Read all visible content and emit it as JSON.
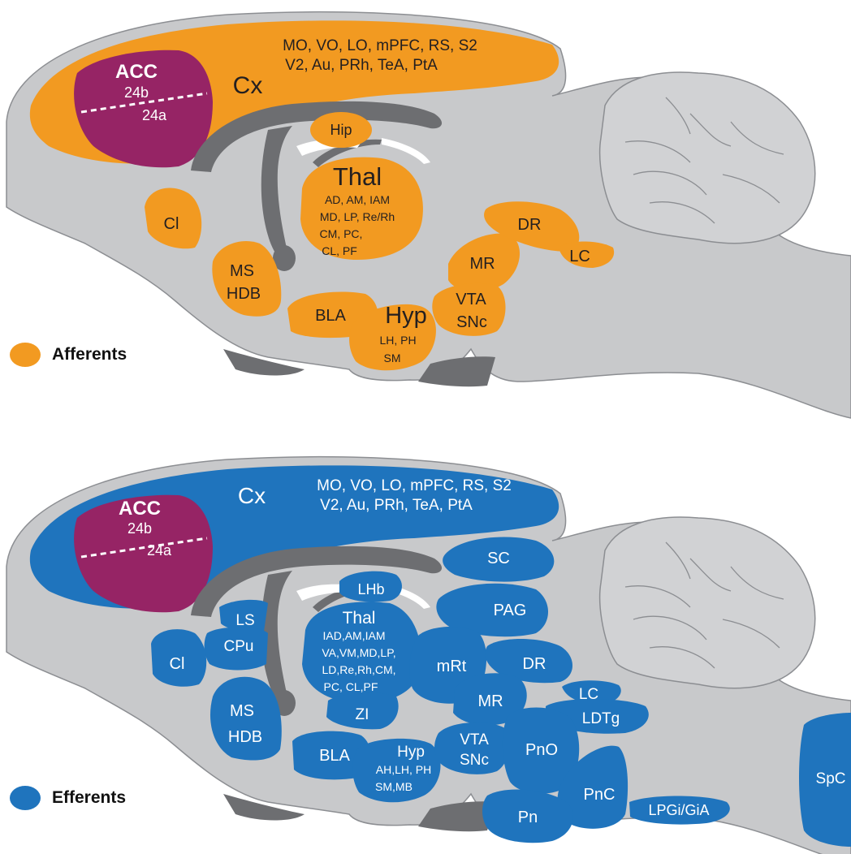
{
  "colors": {
    "brain": "#c8c9cb",
    "brain_outline": "#8c8e92",
    "tract": "#6d6e71",
    "cerebellum": "#d1d2d4",
    "afferent": "#f29a21",
    "efferent": "#1f74bd",
    "acc": "#962465",
    "dark_label": "#231f20",
    "light_label": "#ffffff"
  },
  "afferents": {
    "legend_label": "Afferents",
    "acc": {
      "name": "ACC",
      "upper": "24b",
      "lower": "24a"
    },
    "cx": {
      "name": "Cx",
      "line1": "MO, VO, LO, mPFC, RS, S2",
      "line2": "V2, Au, PRh, TeA, PtA"
    },
    "hip": "Hip",
    "thal": {
      "name": "Thal",
      "lines": [
        "AD, AM, IAM",
        "MD, LP, Re/Rh",
        "CM, PC,",
        "CL, PF"
      ]
    },
    "cl": "Cl",
    "ms": "MS",
    "hdb": "HDB",
    "bla": "BLA",
    "hyp": {
      "name": "Hyp",
      "line1": "LH, PH",
      "line2": "SM"
    },
    "dr": "DR",
    "mr": "MR",
    "lc": "LC",
    "vta": "VTA",
    "snc": "SNc"
  },
  "efferents": {
    "legend_label": "Efferents",
    "acc": {
      "name": "ACC",
      "upper": "24b",
      "lower": "24a"
    },
    "cx": {
      "name": "Cx",
      "line1": "MO, VO, LO, mPFC, RS, S2",
      "line2": "V2, Au, PRh, TeA, PtA"
    },
    "lhb": "LHb",
    "ls": "LS",
    "cpu": "CPu",
    "thal": {
      "name": "Thal",
      "lines": [
        "IAD,AM,IAM",
        "VA,VM,MD,LP,",
        "LD,Re,Rh,CM,",
        "PC, CL,PF"
      ]
    },
    "zi": "ZI",
    "cl": "Cl",
    "ms": "MS",
    "hdb": "HDB",
    "bla": "BLA",
    "hyp": {
      "name": "Hyp",
      "line1": "AH,LH, PH",
      "line2": "SM,MB"
    },
    "sc": "SC",
    "pag": "PAG",
    "mrt": "mRt",
    "dr": "DR",
    "mr": "MR",
    "lc": "LC",
    "ldtg": "LDTg",
    "vta": "VTA",
    "snc": "SNc",
    "pno": "PnO",
    "pnc": "PnC",
    "pn": "Pn",
    "lpgi": "LPGi/GiA",
    "spc": "SpC"
  }
}
